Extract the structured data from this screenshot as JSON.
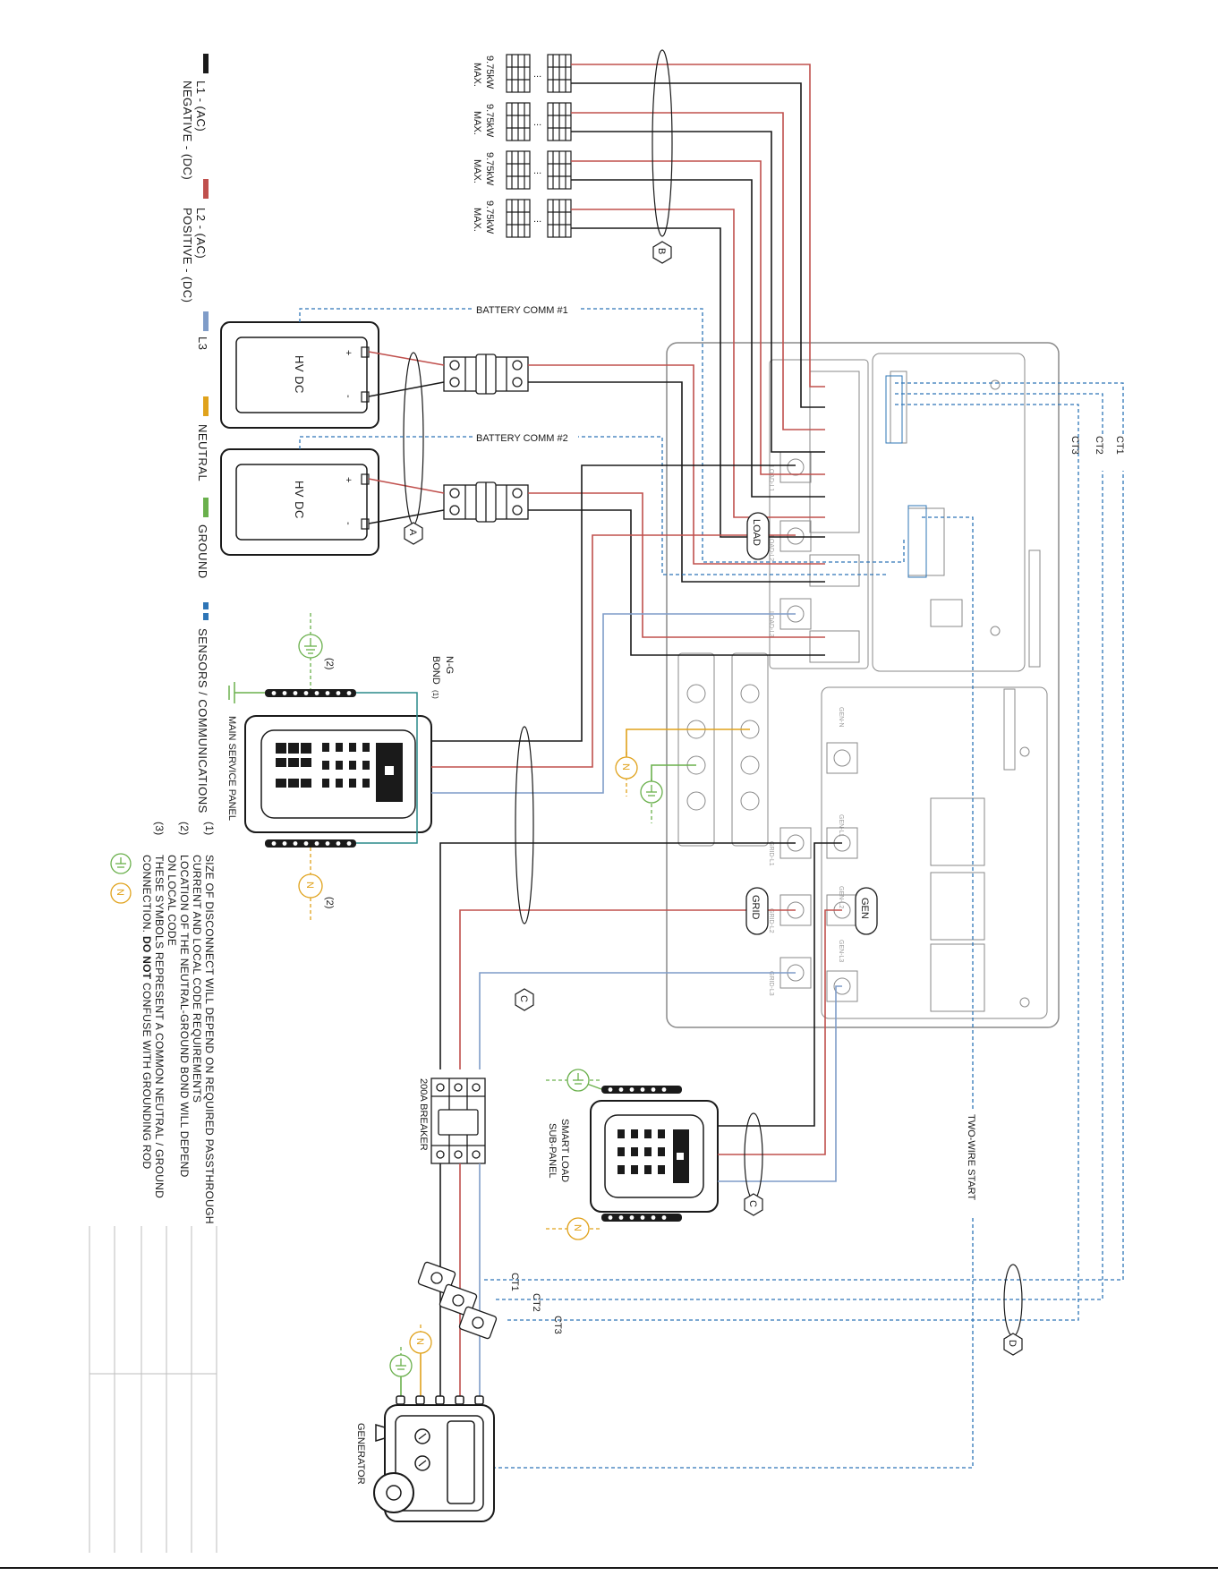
{
  "legend": {
    "l1": "L1 - (AC)",
    "l1_sub": "NEGATIVE - (DC)",
    "l2": "L2 - (AC)",
    "l2_sub": "POSITIVE - (DC)",
    "l3": "L3",
    "neutral": "NEUTRAL",
    "ground": "GROUND",
    "sensors": "SENSORS / COMMUNICATIONS"
  },
  "colors": {
    "l1": "#1a1a1a",
    "l2": "#c0504d",
    "l3": "#7f9cc8",
    "neutral": "#e0a21b",
    "ground": "#6ab04c",
    "sensors": "#2e75b6",
    "teal": "#2a8a8a",
    "inverter": "#8a8a8a"
  },
  "pv": {
    "strings": [
      {
        "rating": "9.75kW",
        "max": "MAX."
      },
      {
        "rating": "9.75kW",
        "max": "MAX."
      },
      {
        "rating": "9.75kW",
        "max": "MAX."
      },
      {
        "rating": "9.75kW",
        "max": "MAX."
      }
    ],
    "dots": "..."
  },
  "batteries": {
    "units": [
      {
        "label": "HV DC",
        "plus": "+",
        "minus": "-"
      },
      {
        "label": "HV DC",
        "plus": "+",
        "minus": "-"
      }
    ],
    "comm1": "BATTERY COMM #1",
    "comm2": "BATTERY COMM #2"
  },
  "bundles": {
    "a": "A",
    "b": "B",
    "c": "C",
    "d": "D"
  },
  "inverter": {
    "load_tag": "LOAD",
    "grid_tag": "GRID",
    "gen_tag": "GEN",
    "ct1": "CT1",
    "ct2": "CT2",
    "ct3": "CT3"
  },
  "main_panel": {
    "title": "MAIN SERVICE PANEL",
    "bond": "N-G",
    "bond2": "BOND",
    "bond_sup": "(1)",
    "note2a": "(2)",
    "note2b": "(2)"
  },
  "sub_panel": {
    "title": "SMART LOAD",
    "title2": "SUB-PANEL"
  },
  "breaker": {
    "label": "200A BREAKER"
  },
  "generator": {
    "label": "GENERATOR",
    "start": "TWO-WIRE START"
  },
  "ct_labels": {
    "ct1": "CT1",
    "ct2": "CT2",
    "ct3": "CT3"
  },
  "symbols": {
    "n": "N"
  },
  "notes": {
    "n1_num": "(1)",
    "n1": "SIZE OF DISCONNECT WILL DEPEND ON REQUIRED PASSTHROUGH",
    "n1b": "CURRENT AND LOCAL CODE REQUIREMENTS",
    "n2_num": "(2)",
    "n2": "LOCATION OF THE NEUTRAL-GROUND BOND WILL DEPEND",
    "n2b": "ON LOCAL CODE",
    "n3_num": "(3)",
    "n3": "THESE SYMBOLS REPRESENT A COMMON NEUTRAL / GROUND",
    "n3b_pre": "CONNECTION. ",
    "n3b_bold": "DO NOT",
    "n3b_post": " CONFUSE WITH GROUNDING ROD"
  }
}
